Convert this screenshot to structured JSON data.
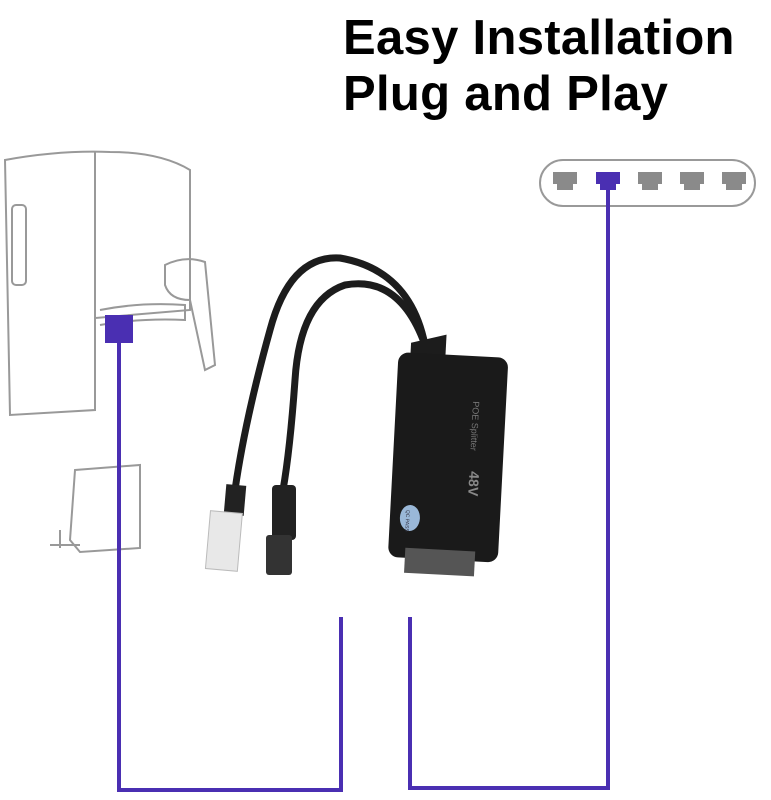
{
  "headline": {
    "line1": "Easy Installation",
    "line2": "Plug and Play"
  },
  "device_label": {
    "name": "POE Splitter",
    "voltage": "48V",
    "qc": "QC PASS"
  },
  "colors": {
    "wire": "#4a2fb2",
    "port_active": "#4a2fb2",
    "port_idle": "#8a8a8a",
    "splitter": "#1a1a1a"
  }
}
